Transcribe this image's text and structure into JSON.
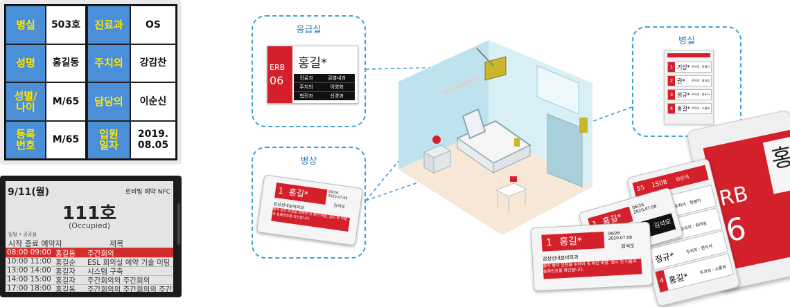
{
  "patient_board": {
    "rows": [
      {
        "l1": "병실",
        "v1": "503호",
        "l2": "진료과",
        "v2": "OS"
      },
      {
        "l1": "성명",
        "v1": "홍길동",
        "l2": "주치의",
        "v2": "강감찬"
      },
      {
        "l1": "성별/\n나이",
        "v1": "M/65",
        "l2": "담당의",
        "v2": "이순신"
      },
      {
        "l1": "등록\n번호",
        "v1": "M/65",
        "l2": "입원\n일자",
        "v2": "2019.\n08.05"
      }
    ]
  },
  "room_display": {
    "date": "9/11(월)",
    "signal": "로비밀 예약 NFC",
    "room": "111호",
    "status": "(Occupied)",
    "small_note": "일일 • 공공실",
    "header": {
      "cols": "시작 종료 예약자",
      "title": "제목"
    },
    "rows": [
      {
        "time": "08:00 09:00",
        "name": "홍길동",
        "title": "주간회의",
        "active": true
      },
      {
        "time": "10:00 11:00",
        "name": "홍길순",
        "title": "ESL 회의실 예약 기술 미팅",
        "active": false
      },
      {
        "time": "13:00 14:00",
        "name": "홍길자",
        "title": "시스템 구축",
        "active": false
      },
      {
        "time": "14:00 15:00",
        "name": "홍길자",
        "title": "주간회의의 주간회의",
        "active": false
      },
      {
        "time": "17:00 18:00",
        "name": "홍길동",
        "title": "주간회의의 주간회의의 주간회의",
        "active": false
      }
    ]
  },
  "callouts": {
    "er": {
      "title": "응급실",
      "code": "ERB",
      "num": "06",
      "name": "홍길*",
      "rows": [
        {
          "k": "진료과",
          "v": "감염내과"
        },
        {
          "k": "주치의",
          "v": "이영화"
        },
        {
          "k": "협진과",
          "v": "신경과"
        }
      ]
    },
    "ward": {
      "title": "병실",
      "rows": [
        {
          "n": "1",
          "name": "기상*",
          "doc": "주치의 : 한결이"
        },
        {
          "n": "2",
          "name": "권*",
          "doc": "주치의 : 최라임"
        },
        {
          "n": "3",
          "name": "정규*",
          "doc": "주치의 : 한두식"
        },
        {
          "n": "4",
          "name": "홍길*",
          "doc": "주치의 : 소룡희"
        }
      ]
    },
    "bed": {
      "title": "병상",
      "num": "1",
      "name": "홍길*",
      "date": "06/26\n2020.07.08",
      "doctor": "김석모",
      "dept": "감상선내분비외과",
      "warning": "환자 방의 안전을 위하여 꼭 확인 바람. 접시 전 이름과 등록번호를 확인합니다."
    }
  },
  "devices": {
    "big_num": "55",
    "big_code": "1508",
    "big_label": "안은데",
    "erb": "RB",
    "erb_num": "6",
    "edge_char": "홍"
  },
  "colors": {
    "accent": "#d3202a",
    "callout": "#3aa0d8",
    "board_label": "#4a8fd8",
    "board_label_text": "#ffe600"
  }
}
